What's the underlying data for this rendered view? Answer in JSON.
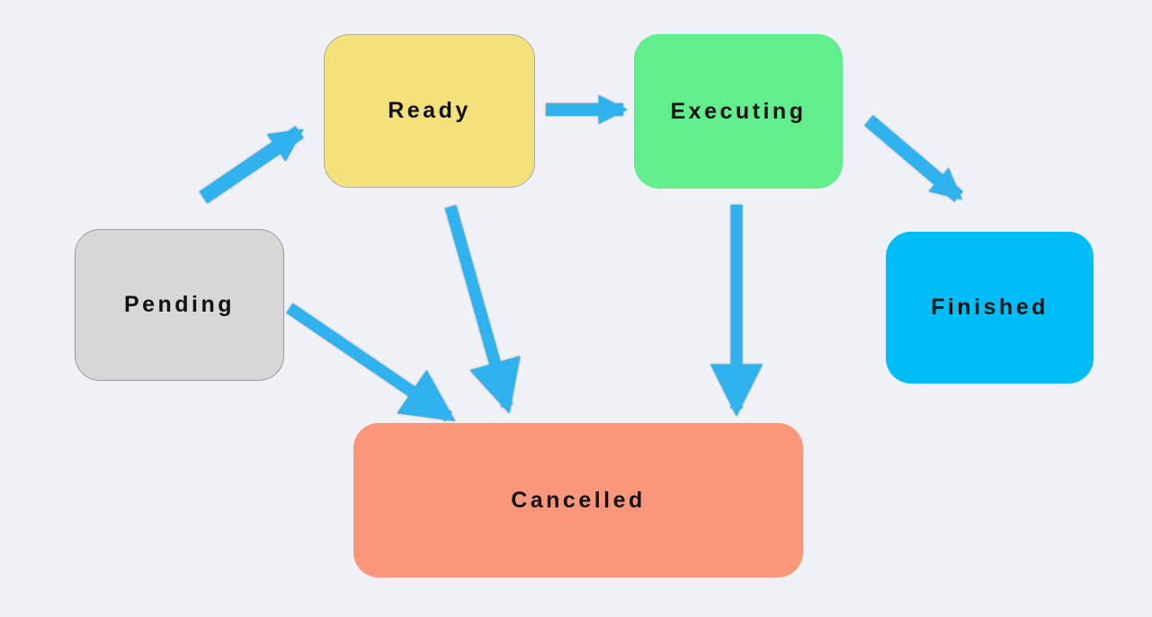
{
  "diagram": {
    "type": "state-diagram",
    "background_color": "#EFF1F6",
    "arrow_color": "#2FB2EE",
    "text_color": "#111111",
    "nodes": [
      {
        "id": "pending",
        "label": "Pending",
        "color": "#D7D7D7"
      },
      {
        "id": "ready",
        "label": "Ready",
        "color": "#F5E17C"
      },
      {
        "id": "executing",
        "label": "Executing",
        "color": "#62EE8D"
      },
      {
        "id": "finished",
        "label": "Finished",
        "color": "#00BDF8"
      },
      {
        "id": "cancelled",
        "label": "Cancelled",
        "color": "#FA977A"
      }
    ],
    "edges": [
      {
        "from": "pending",
        "to": "ready"
      },
      {
        "from": "ready",
        "to": "executing"
      },
      {
        "from": "executing",
        "to": "finished"
      },
      {
        "from": "pending",
        "to": "cancelled"
      },
      {
        "from": "ready",
        "to": "cancelled"
      },
      {
        "from": "executing",
        "to": "cancelled"
      }
    ]
  }
}
